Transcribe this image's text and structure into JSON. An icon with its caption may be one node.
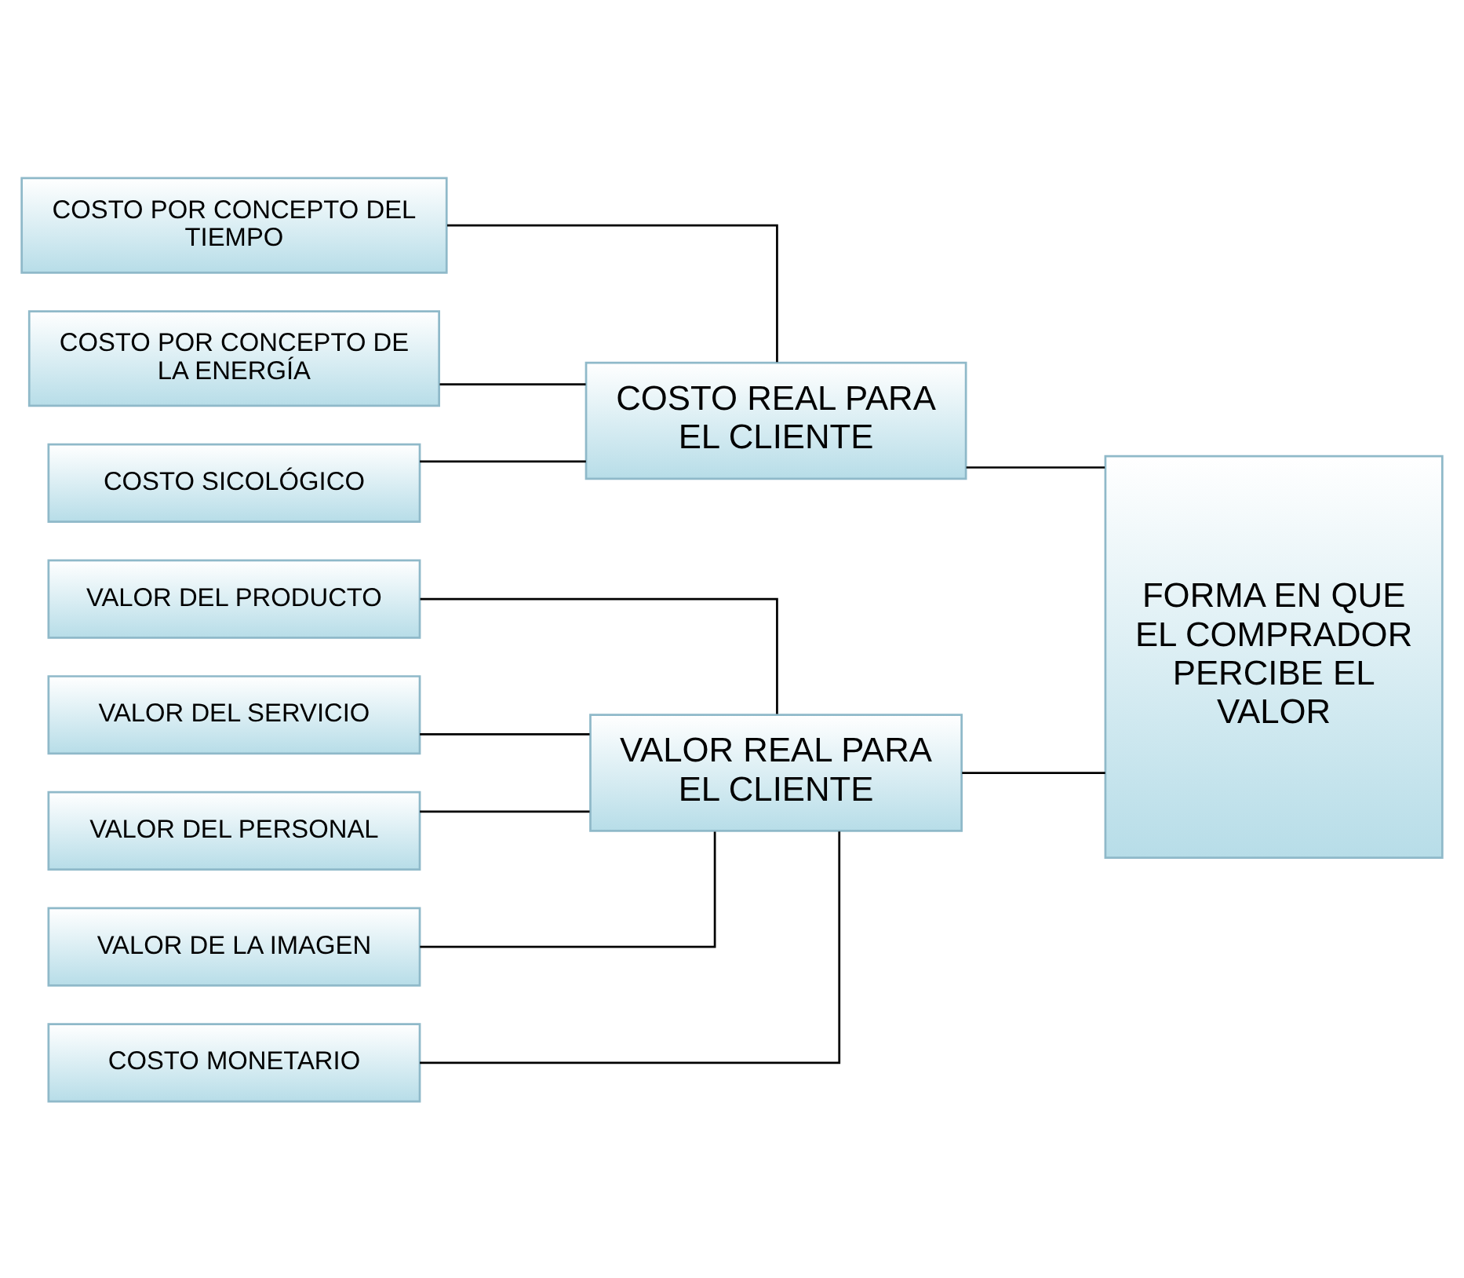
{
  "diagram": {
    "nodes": [
      {
        "text": [
          "VALOR DEL PRODUCTO"
        ]
      },
      {
        "text": [
          "VALOR DEL SERVICIO"
        ]
      },
      {
        "text": [
          "VALOR DEL PERSONAL"
        ]
      },
      {
        "text": [
          "VALOR DE LA IMAGEN"
        ]
      },
      {
        "text": [
          "COSTO MONETARIO"
        ]
      },
      {
        "text": [
          "VALOR REAL PARA EL CLIENTE"
        ]
      },
      {
        "text": [
          "COSTO POR CONCEPTO DEL TIEMPO"
        ]
      },
      {
        "text": [
          "COSTO POR CONCEPTO DE LA ENERGÍA"
        ]
      },
      {
        "text": [
          "COSTO SICOLÓGICO"
        ]
      },
      {
        "text": [
          "COSTO REAL PARA EL CLIENTE"
        ]
      },
      {
        "text": [
          "FORMA EN QUE EL COMPRADOR PERCIBE EL VALOR"
        ]
      }
    ],
    "edges": [
      {
        "from": 0,
        "to": 5,
        "arrow": "none"
      },
      {
        "from": 1,
        "to": 5,
        "arrow": "none"
      },
      {
        "from": 2,
        "to": 5,
        "arrow": "none"
      },
      {
        "from": 3,
        "to": 5,
        "arrow": "none"
      },
      {
        "from": 4,
        "to": 5,
        "arrow": "none"
      },
      {
        "from": 6,
        "to": 9,
        "arrow": "none"
      },
      {
        "from": 7,
        "to": 9,
        "arrow": "none"
      },
      {
        "from": 8,
        "to": 9,
        "arrow": "none"
      },
      {
        "from": 5,
        "to": 10,
        "arrow": "none"
      },
      {
        "from": 9,
        "to": 10,
        "arrow": "none"
      }
    ]
  }
}
